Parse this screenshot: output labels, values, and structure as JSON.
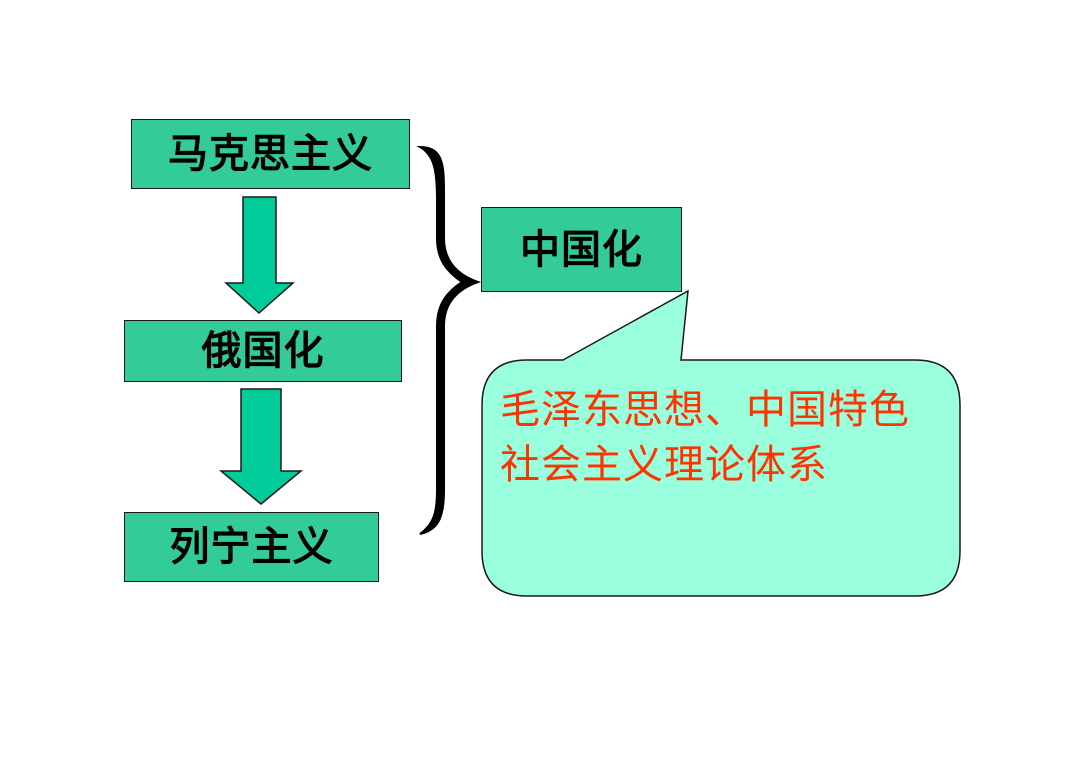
{
  "diagram": {
    "boxes": {
      "marxism": "马克思主义",
      "russianization": "俄国化",
      "leninism": "列宁主义",
      "sinicization": "中国化"
    },
    "callout": {
      "text": "毛泽东思想、中国特色社会主义理论体系"
    }
  },
  "colors": {
    "box_fill": "#33cc99",
    "arrow_fill": "#00cc99",
    "callout_fill": "#99ffdd",
    "callout_text": "#ff3300",
    "border": "#1a1a1a",
    "brace": "#000000"
  }
}
